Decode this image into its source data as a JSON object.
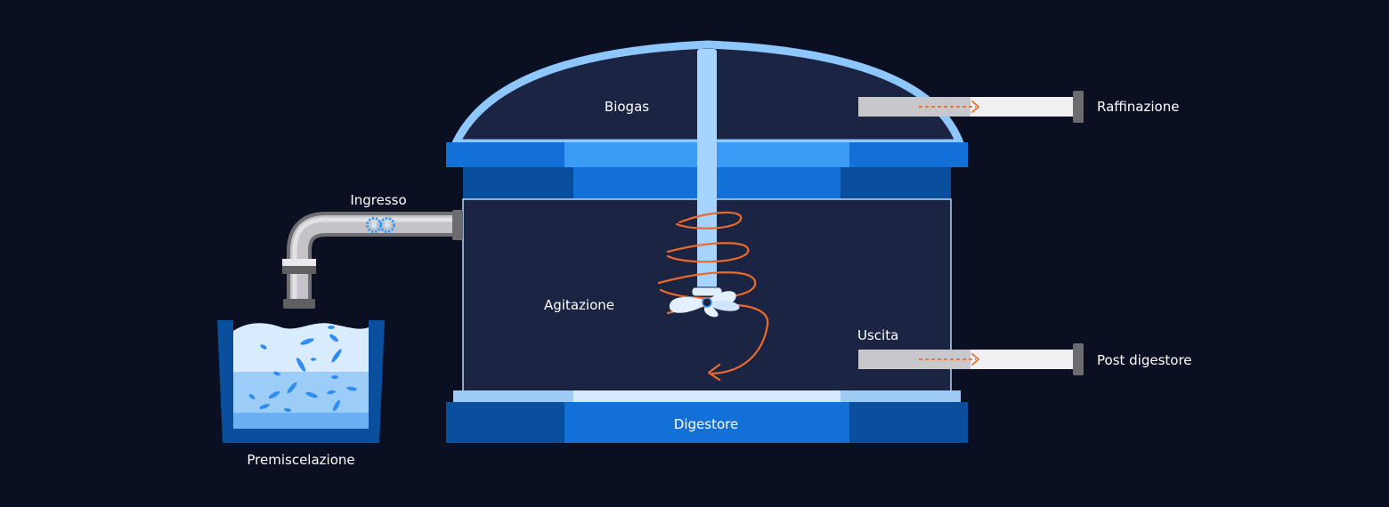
{
  "labels": {
    "biogas": "Biogas",
    "raffinazione": "Raffinazione",
    "ingresso": "Ingresso",
    "agitazione": "Agitazione",
    "uscita": "Uscita",
    "post_digestore": "Post digestore",
    "digestore": "Digestore",
    "premiscelazione": "Premiscelazione"
  },
  "colors": {
    "background": "#0a0f22",
    "tank_interior": "#1c2444",
    "tank_blue_dark": "#0a4f9e",
    "tank_blue": "#1270d6",
    "tank_blue_light": "#3a9cf5",
    "dome_outline": "#8ec7fb",
    "pipe_grey": "#bdbdc0",
    "flow_arrow": "#ea6a2c"
  },
  "icons": [
    "gears-icon",
    "impeller-icon",
    "spiral-arrow-icon",
    "flow-arrow-icon"
  ]
}
